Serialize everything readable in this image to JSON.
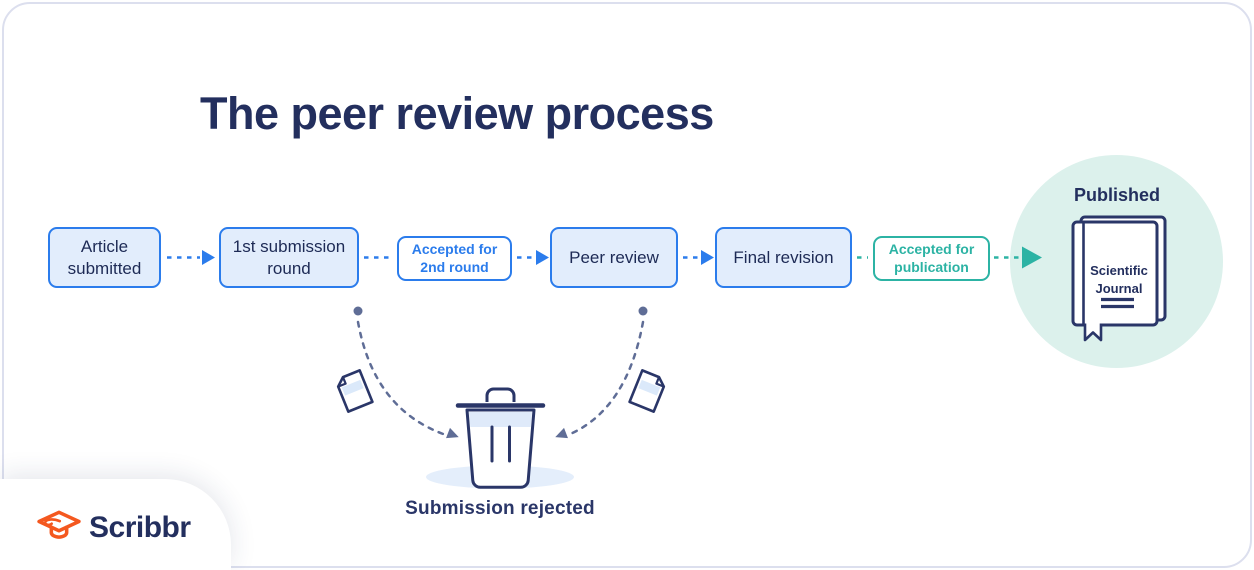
{
  "title": "The peer review process",
  "flow": {
    "stages": [
      {
        "label": "Article submitted",
        "style": "primary"
      },
      {
        "label": "1st submission round",
        "style": "primary"
      },
      {
        "label": "Accepted for 2nd round",
        "style": "outline-blue"
      },
      {
        "label": "Peer review",
        "style": "primary"
      },
      {
        "label": "Final revision",
        "style": "primary"
      },
      {
        "label": "Accepted for publication",
        "style": "outline-teal"
      }
    ],
    "outcome_success": {
      "label": "Published",
      "book_title": "Scientific Journal"
    },
    "outcome_failure": {
      "label": "Submission rejected"
    }
  },
  "branding": {
    "wordmark": "Scribbr",
    "logo_icon": "graduation-cap-icon"
  },
  "icons": [
    "document-icon",
    "trash-can-icon",
    "book-icon",
    "flow-arrowhead-icon"
  ],
  "colors": {
    "navy_text": "#232f5e",
    "box_text": "#1d2a55",
    "blue_accent": "#2b7cec",
    "blue_fill": "#e2edfc",
    "teal_accent": "#2cb3a4",
    "mint_circle": "#dcf1ec",
    "reject_arrow": "#5f6d96",
    "soft_blue": "#e4eefb",
    "card_border": "#dcdfee",
    "logo_orange": "#f4581f"
  }
}
